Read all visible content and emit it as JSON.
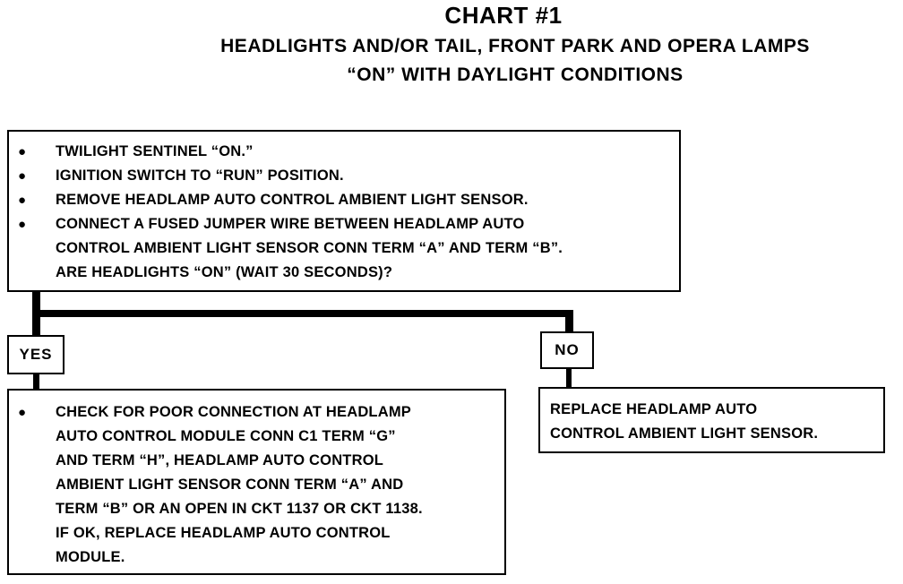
{
  "header": {
    "chart_number": "CHART #1",
    "title_line1": "HEADLIGHTS AND/OR TAIL, FRONT PARK AND OPERA LAMPS",
    "title_line2": "“ON” WITH DAYLIGHT CONDITIONS"
  },
  "main_box": {
    "steps": [
      "TWILIGHT SENTINEL “ON.”",
      "IGNITION SWITCH TO “RUN” POSITION.",
      "REMOVE HEADLAMP AUTO CONTROL AMBIENT LIGHT SENSOR.",
      "CONNECT A FUSED JUMPER WIRE BETWEEN HEADLAMP AUTO\nCONTROL AMBIENT LIGHT SENSOR CONN TERM “A” AND TERM “B”.\nARE HEADLIGHTS “ON” (WAIT 30 SECONDS)?"
    ]
  },
  "branches": {
    "yes_label": "YES",
    "no_label": "NO"
  },
  "yes_box": {
    "steps": [
      "CHECK FOR POOR CONNECTION AT HEADLAMP\nAUTO CONTROL MODULE CONN C1 TERM “G”\nAND TERM “H”, HEADLAMP AUTO CONTROL\nAMBIENT LIGHT SENSOR CONN TERM “A” AND\nTERM “B” OR AN OPEN IN CKT 1137 OR CKT 1138.\nIF OK, REPLACE HEADLAMP AUTO CONTROL\nMODULE."
    ]
  },
  "no_box": {
    "text": "REPLACE HEADLAMP AUTO\nCONTROL AMBIENT LIGHT SENSOR."
  }
}
